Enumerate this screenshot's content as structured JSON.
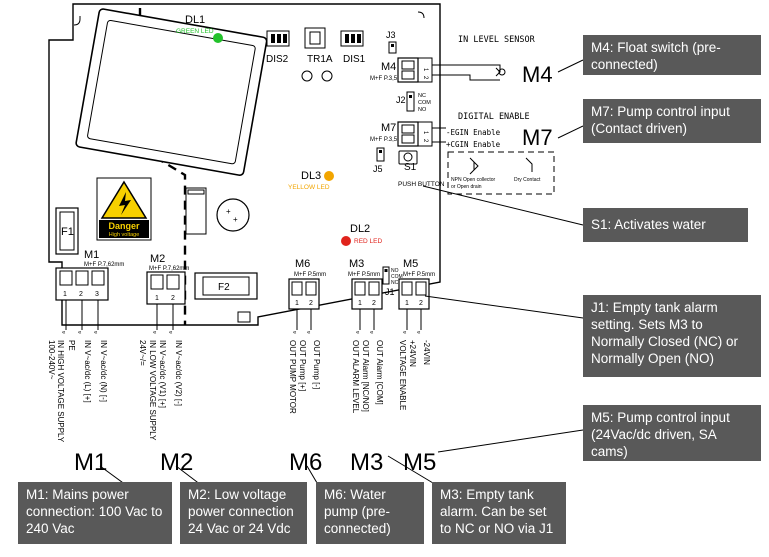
{
  "board": {
    "dl1": "DL1",
    "dl1_led": "GREEN LED",
    "dl2": "DL2",
    "dl2_led": "RED LED",
    "dl3": "DL3",
    "dl3_led": "YELLOW LED",
    "dis2": "DIS2",
    "dis1": "DIS1",
    "tr1a": "TR1A",
    "j3": "J3",
    "j2": "J2",
    "j2_pins": [
      "NC",
      "COM",
      "NO"
    ],
    "j5": "J5",
    "j1": "J1",
    "j1_pins": [
      "NO",
      "COM",
      "NC"
    ],
    "s1": "S1",
    "s1_label": "PUSH BUTTON",
    "f1": "F1",
    "f2": "F2",
    "danger_title": "Danger",
    "danger_sub": "High voltage",
    "m1": "M1",
    "m1_type": "M+F P.7,62mm",
    "m2": "M2",
    "m2_type": "M+F P.7,62mm",
    "m6": "M6",
    "m6_type": "M+F P.5mm",
    "m3": "M3",
    "m3_type": "M+F P.5mm",
    "m5": "M5",
    "m5_type": "M+F P.5mm",
    "m4": "M4",
    "m4_type": "M+F P.3,5mm",
    "m7": "M7",
    "m7_type": "M+F P.3,5mm",
    "pin1": "1",
    "pin2": "2",
    "pin3": "3"
  },
  "sensor": {
    "level_title": "IN LEVEL SENSOR",
    "m4_big": "M4",
    "digital_title": "DIGITAL ENABLE",
    "en_minus": "-EGIN Enable",
    "en_plus": "+CGIN Enable",
    "m7_big": "M7",
    "npn": "NPN Open collector",
    "npn2": "or Open drain",
    "dry": "Dry Contact"
  },
  "wires": {
    "m1": [
      "PE",
      "IN V~ac/dc (L) [+]",
      "IN V~ac/dc (N) [-]"
    ],
    "m1_group1": "IN HIGH VOLTAGE SUPPLY",
    "m1_group2": "100-240V~",
    "m2": [
      "IN V~ac/dc (V1) [+]",
      "IN V~ac/dc (V2) [-]"
    ],
    "m2_group1": "IN LOW VOLTAGE SUPPLY",
    "m2_group2": "24V~/=",
    "m6": [
      "OUT Pump [+]",
      "OUT Pump [-]"
    ],
    "m6_group": "OUT PUMP MOTOR",
    "m3": [
      "OUT Alarm [NC/NO]",
      "OUT Alarm [COM]"
    ],
    "m3_group": "OUT ALARM LEVEL",
    "m5": [
      "+24VIN",
      "-24VIN"
    ],
    "m5_group": "VOLTAGE ENABLE"
  },
  "bottom_labels": {
    "m1": "M1",
    "m2": "M2",
    "m6": "M6",
    "m3": "M3",
    "m5": "M5"
  },
  "callouts": {
    "m4": "M4: Float switch (pre-connected)",
    "m7": "M7: Pump control input (Contact driven)",
    "s1": "S1: Activates water",
    "j1": "J1: Empty tank alarm setting. Sets M3 to Normally Closed (NC) or Normally Open (NO)",
    "m5": "M5: Pump control input (24Vac/dc driven, SA cams)",
    "m1": "M1: Mains power connection: 100 Vac to 240 Vac",
    "m2": "M2: Low voltage power connection 24 Vac or 24 Vdc",
    "m6": "M6: Water pump (pre-connected)",
    "m3": "M3: Empty tank alarm. Can be set to NC or NO via J1"
  },
  "colors": {
    "callout_bg": "#595959",
    "green_led": "#22c22a",
    "red_led": "#e0231c",
    "yellow_led": "#f2a500",
    "danger_yellow": "#f7d000"
  }
}
